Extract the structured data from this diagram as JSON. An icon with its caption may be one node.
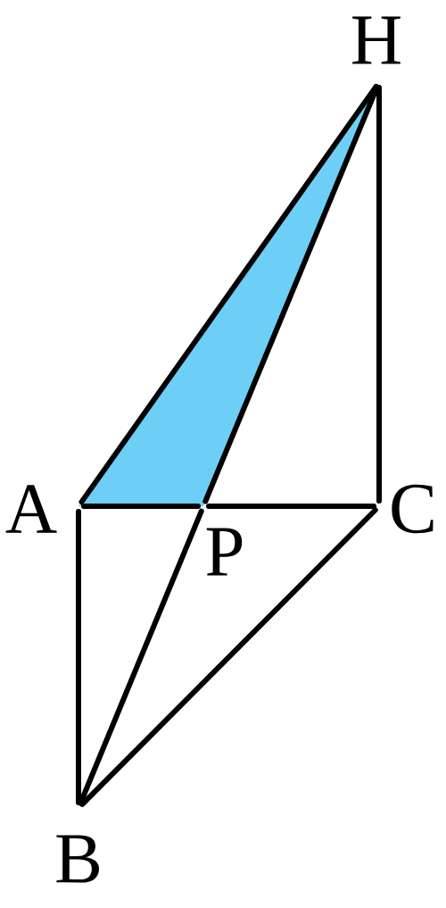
{
  "diagram": {
    "nodes": [
      {
        "text": [
          "H"
        ]
      },
      {
        "text": [
          "A"
        ]
      },
      {
        "text": [
          "P"
        ]
      },
      {
        "text": [
          "C"
        ]
      },
      {
        "text": [
          "B"
        ]
      }
    ],
    "edges": [
      {
        "from": 1,
        "to": 0,
        "arrow": "none"
      },
      {
        "from": 1,
        "to": 2,
        "arrow": "none"
      },
      {
        "from": 2,
        "to": 3,
        "arrow": "none"
      },
      {
        "from": 0,
        "to": 3,
        "arrow": "none"
      },
      {
        "from": 0,
        "to": 2,
        "arrow": "none"
      },
      {
        "from": 2,
        "to": 4,
        "arrow": "none"
      },
      {
        "from": 1,
        "to": 4,
        "arrow": "none"
      },
      {
        "from": 4,
        "to": 3,
        "arrow": "none"
      }
    ]
  }
}
